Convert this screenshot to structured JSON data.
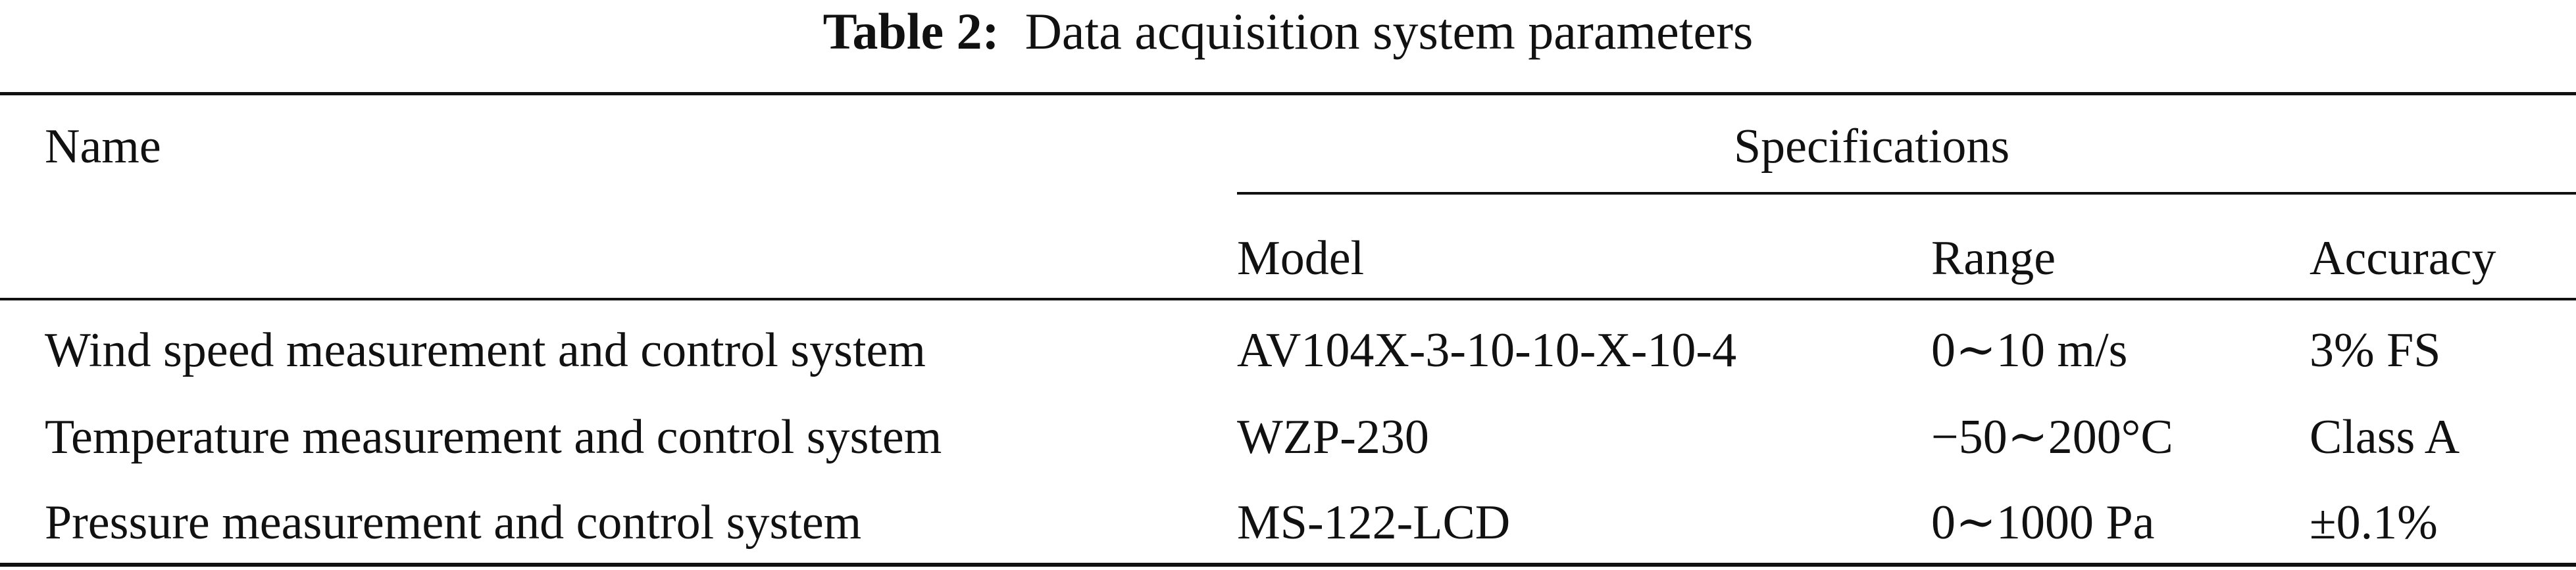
{
  "caption": {
    "label": "Table 2:",
    "title": "Data acquisition system parameters"
  },
  "table": {
    "header": {
      "name": "Name",
      "specifications": "Specifications",
      "columns": [
        "Model",
        "Range",
        "Accuracy"
      ]
    },
    "rows": [
      {
        "name": "Wind speed measurement and control system",
        "model": "AV104X-3-10-10-X-10-4",
        "range": "0∼10 m/s",
        "accuracy": "3% FS"
      },
      {
        "name": "Temperature measurement and control system",
        "model": "WZP-230",
        "range": "−50∼200°C",
        "accuracy": "Class A"
      },
      {
        "name": "Pressure measurement and control system",
        "model": "MS-122-LCD",
        "range": "0∼1000 Pa",
        "accuracy": "±0.1%"
      }
    ]
  }
}
